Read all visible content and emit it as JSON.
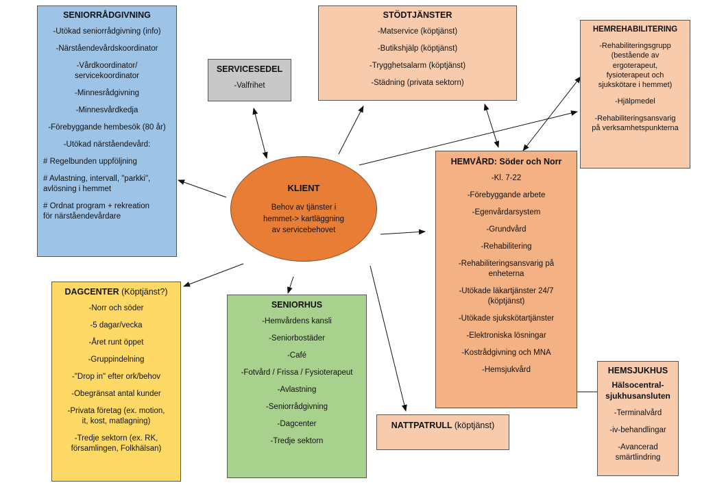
{
  "seniorradgivning": {
    "title": "SENIORRÅDGIVNING",
    "items": [
      "-Utökad seniorrådgivning (info)",
      "-Närståendevårdskoordinator",
      "-Vårdkoordinator/\nservicekoordinator",
      "-Minnesrådgivning",
      "-Minnesvårdkedja",
      "-Förebyggande hembesök (80 år)",
      "-Utökad närståendevård:",
      "# Regelbunden uppföljning",
      "# Avlastning, intervall, \"parkki\",\navlösning i hemmet",
      "# Ordnat program + rekreation\nför närståendevårdare"
    ],
    "color": "#9dc3e6"
  },
  "servicesedel": {
    "title": "SERVICESEDEL",
    "items": [
      "-Valfrihet"
    ],
    "color": "#c8c8c8"
  },
  "stodtjanster": {
    "title": "STÖDTJÄNSTER",
    "items": [
      "-Matservice (köptjänst)",
      "-Butikshjälp (köptjänst)",
      "-Trygghetsalarm (köptjänst)",
      "-Städning (privata sektorn)"
    ],
    "color": "#f8cbad"
  },
  "hemrehabilitering": {
    "title": "HEMREHABILITERING",
    "items": [
      "-Rehabiliteringsgrupp\n(bestående av\nergoterapeut,\nfysioterapeut och\nsjukskötare i hemmet)",
      "-Hjälpmedel",
      "-Rehabiliteringsansvarig\npå verksamhetspunkterna"
    ],
    "color": "#f8cbad"
  },
  "klient": {
    "title": "KLIENT",
    "text": "Behov av tjänster i hemmet-> kartläggning av servicebehovet",
    "color": "#e87d36"
  },
  "hemvard": {
    "title": "HEMVÅRD: Söder och Norr",
    "items": [
      "-Kl. 7-22",
      "-Förebyggande arbete",
      "-Egenvårdarsystem",
      "-Grundvård",
      "-Rehabilitering",
      "-Rehabiliteringsansvarig på\nenheterna",
      "-Utökade läkartjänster 24/7\n(köptjänst)",
      "-Utökade sjukskötartjänster",
      "-Elektroniska lösningar",
      "-Kostrådgivning och MNA",
      "-Hemsjukvård"
    ],
    "color": "#f4b183"
  },
  "dagcenter": {
    "title": "DAGCENTER",
    "title_suffix": "(Köptjänst?)",
    "items": [
      "-Norr och söder",
      "-5 dagar/vecka",
      "-Året runt öppet",
      "-Gruppindelning",
      "-\"Drop in\" efter ork/behov",
      "-Obegränsat antal kunder",
      "-Privata företag (ex. motion,\nit, kost, matlagning)",
      "-Tredje sektorn (ex. RK,\nförsamlingen, Folkhälsan)"
    ],
    "color": "#ffd966"
  },
  "seniorhus": {
    "title": "SENIORHUS",
    "items": [
      "-Hemvårdens kansli",
      "-Seniorbostäder",
      "-Café",
      "-Fotvård / Frissa / Fysioterapeut",
      "-Avlastning",
      "-Seniorrådgivning",
      "-Dagcenter",
      "-Tredje sektorn"
    ],
    "color": "#a9d18e"
  },
  "nattpatrull": {
    "title": "NATTPATRULL",
    "title_suffix": "(köptjänst)",
    "color": "#f8cbad"
  },
  "hemsjukhus": {
    "title": "HEMSJUKHUS",
    "subtitle": "Hälsocentral-\nsjukhusansluten",
    "items": [
      "-Terminalvård",
      "-iv-behandlingar",
      "-Avancerad\nsmärtlindring"
    ],
    "color": "#f8cbad"
  }
}
